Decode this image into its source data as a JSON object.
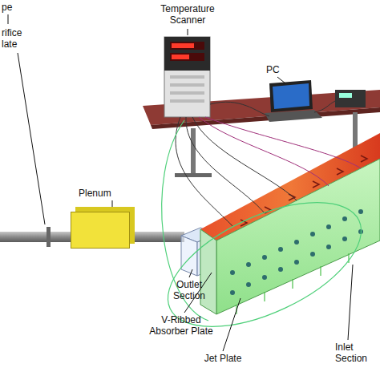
{
  "diagram": {
    "nodes": [
      {
        "text": [
          "Plenum"
        ]
      }
    ],
    "labels": [
      "pe",
      "rifice late",
      "Temperature Scanner",
      "PC",
      "Outlet Section",
      "V-Ribbed Absorber Plate",
      "Jet Plate",
      "Inlet Section"
    ]
  }
}
